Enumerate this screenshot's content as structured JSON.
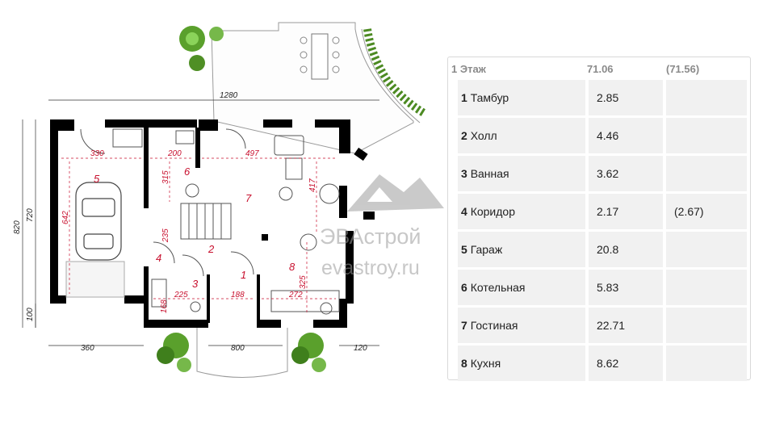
{
  "plan": {
    "dimensions": {
      "terrace_width": "1280",
      "length_720": "720",
      "length_820": "820",
      "length_100": "100",
      "width_360": "360",
      "width_800": "800",
      "width_120": "120"
    },
    "room_dimensions": {
      "d330": "330",
      "d200": "200",
      "d497": "497",
      "d642": "642",
      "d315": "315",
      "d417": "417",
      "d235": "235",
      "d325": "325",
      "d225": "225",
      "d188": "188",
      "d272": "272",
      "d168": "168"
    },
    "room_numbers": {
      "r1": "1",
      "r2": "2",
      "r3": "3",
      "r4": "4",
      "r5": "5",
      "r6": "6",
      "r7": "7",
      "r8": "8"
    },
    "watermark": {
      "brand": "ЭВАстрой",
      "site": "evastroy.ru"
    }
  },
  "table": {
    "floor": "1 Этаж",
    "total": "71.06",
    "total_alt": "(71.56)",
    "rows": [
      {
        "num": "1",
        "name": "Тамбур",
        "area": "2.85",
        "extra": ""
      },
      {
        "num": "2",
        "name": "Холл",
        "area": "4.46",
        "extra": ""
      },
      {
        "num": "3",
        "name": "Ванная",
        "area": "3.62",
        "extra": ""
      },
      {
        "num": "4",
        "name": "Коридор",
        "area": "2.17",
        "extra": "(2.67)"
      },
      {
        "num": "5",
        "name": "Гараж",
        "area": "20.8",
        "extra": ""
      },
      {
        "num": "6",
        "name": "Котельная",
        "area": "5.83",
        "extra": ""
      },
      {
        "num": "7",
        "name": "Гостиная",
        "area": "22.71",
        "extra": ""
      },
      {
        "num": "8",
        "name": "Кухня",
        "area": "8.62",
        "extra": ""
      }
    ]
  }
}
